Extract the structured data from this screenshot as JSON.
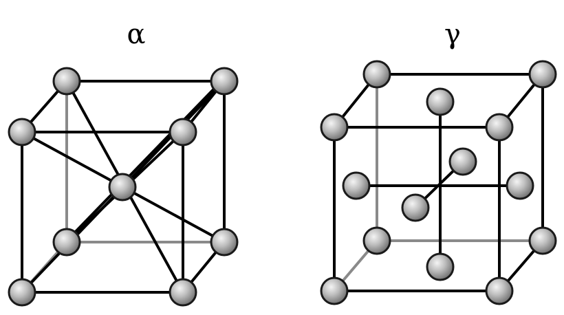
{
  "structures": [
    {
      "id": "alpha",
      "label": "α"
    },
    {
      "id": "gamma",
      "label": "γ"
    }
  ],
  "colors": {
    "edge": "#000000",
    "hidden_edge": "#8a8a8a",
    "atom_outline": "#1a1a1a",
    "atom_fill_light": "#f2f2f2",
    "atom_fill_mid": "#b8b8b8",
    "atom_fill_dark": "#6e6e6e",
    "background": "#ffffff"
  }
}
